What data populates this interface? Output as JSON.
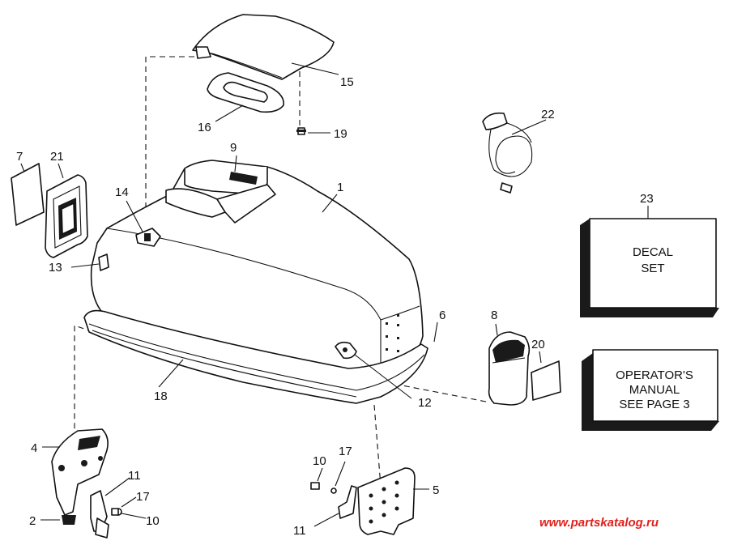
{
  "callouts": {
    "c1": "1",
    "c2": "2",
    "c4": "4",
    "c5": "5",
    "c6": "6",
    "c7": "7",
    "c8": "8",
    "c9": "9",
    "c10a": "10",
    "c10b": "10",
    "c11a": "11",
    "c11b": "11",
    "c12": "12",
    "c13": "13",
    "c14": "14",
    "c15": "15",
    "c16": "16",
    "c17a": "17",
    "c17b": "17",
    "c18": "18",
    "c19": "19",
    "c20": "20",
    "c21": "21",
    "c22": "22",
    "c23": "23"
  },
  "decal_box": {
    "line1": "DECAL",
    "line2": "SET"
  },
  "manual_box": {
    "line1": "OPERATOR'S",
    "line2": "MANUAL",
    "line3": "SEE PAGE 3"
  },
  "watermark": {
    "text": "www.partskatalog.ru",
    "color": "#e0201a"
  }
}
